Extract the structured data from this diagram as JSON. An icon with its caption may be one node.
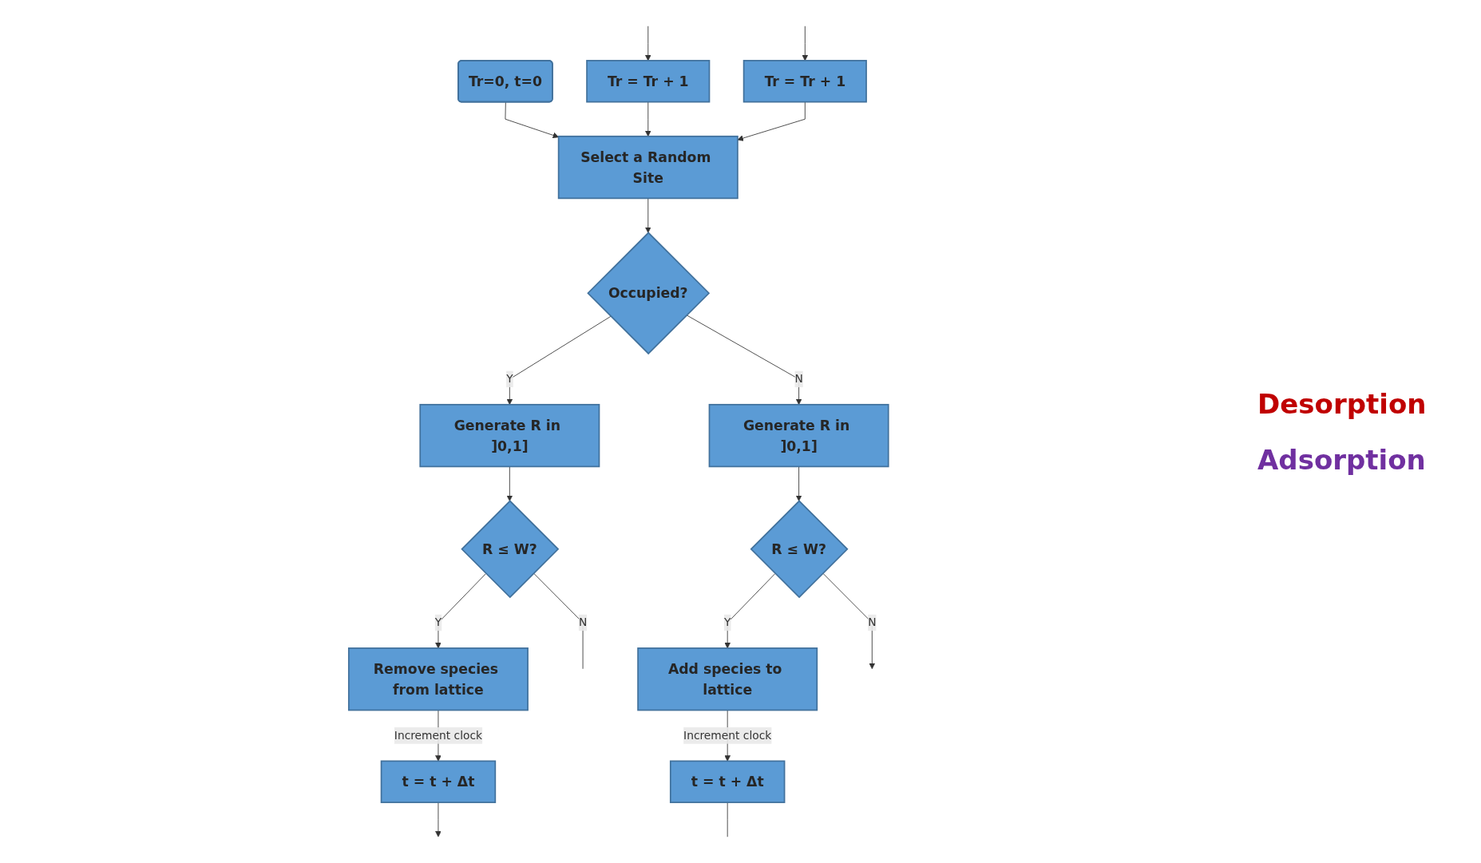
{
  "diagram": {
    "nodes": [
      {
        "text": [
          "Tr=0, t=0"
        ]
      },
      {
        "text": [
          "Tr = Tr + 1"
        ]
      },
      {
        "text": [
          "Select a Random Site"
        ]
      },
      {
        "text": [
          "Tr = Tr + 1"
        ]
      },
      {
        "text": [
          "Occupied?"
        ]
      },
      {
        "text": [
          "Generate R in ]0,1]"
        ]
      },
      {
        "text": [
          "Generate R in ]0,1]"
        ]
      },
      {
        "text": [
          "Remove species from lattice"
        ]
      },
      {
        "text": [
          "R ≤ W?"
        ]
      },
      {
        "text": [
          "Add species to lattice"
        ]
      },
      {
        "text": [
          "R ≤ W?"
        ]
      },
      {
        "text": [
          "t = t + Δt"
        ]
      },
      {
        "text": [
          "t = t + Δt"
        ]
      }
    ],
    "edges": [
      {
        "from": 0,
        "to": 2,
        "arrow": "to"
      },
      {
        "from": null,
        "to": 1,
        "arrow": "to"
      },
      {
        "from": 1,
        "to": 2,
        "arrow": "to"
      },
      {
        "from": 3,
        "to": 2,
        "arrow": "to"
      },
      {
        "from": null,
        "to": 3,
        "arrow": "to"
      },
      {
        "from": 2,
        "to": 4,
        "arrow": "to"
      },
      {
        "from": 4,
        "to": 5,
        "arrow": "to",
        "label": "Y"
      },
      {
        "from": 4,
        "to": 6,
        "arrow": "to",
        "label": "N"
      },
      {
        "from": 5,
        "to": 8,
        "arrow": "to"
      },
      {
        "from": 8,
        "to": 7,
        "arrow": "to",
        "label": "Y"
      },
      {
        "from": 8,
        "to": null,
        "arrow": "none",
        "label": "N"
      },
      {
        "from": 6,
        "to": 10,
        "arrow": "to"
      },
      {
        "from": 10,
        "to": 9,
        "arrow": "to",
        "label": "Y"
      },
      {
        "from": 10,
        "to": null,
        "arrow": "to",
        "label": "N"
      },
      {
        "from": 7,
        "to": 11,
        "arrow": "to",
        "label": "Increment clock"
      },
      {
        "from": 9,
        "to": 12,
        "arrow": "to",
        "label": "Increment clock"
      },
      {
        "from": 11,
        "to": null,
        "arrow": "to"
      },
      {
        "from": 12,
        "to": null,
        "arrow": "none"
      }
    ],
    "labels": [
      "Desorption",
      "Adsorption"
    ]
  }
}
